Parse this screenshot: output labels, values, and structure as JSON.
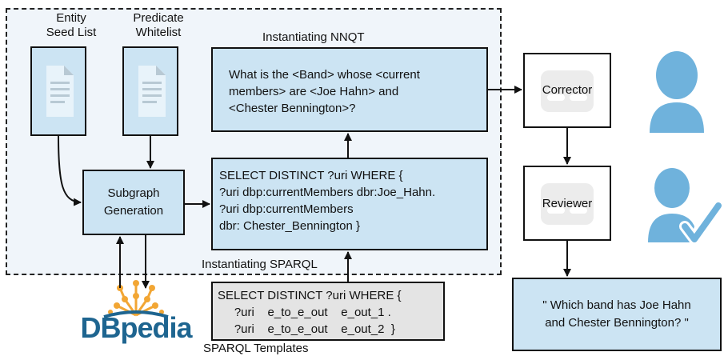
{
  "labels": {
    "entity_seed_list": "Entity\nSeed List",
    "predicate_whitelist": "Predicate\nWhitelist",
    "instantiating_nnqt": "Instantiating NNQT",
    "instantiating_sparql": "Instantiating SPARQL",
    "sparql_templates": "SPARQL Templates"
  },
  "boxes": {
    "subgraph_generation": "Subgraph\nGeneration",
    "nnqt_question": "What is the <Band> whose <current\nmembers> are <Joe Hahn> and\n<Chester Bennington>?",
    "sparql_query": "SELECT DISTINCT ?uri WHERE {\n?uri dbp:currentMembers dbr:Joe_Hahn.\n?uri dbp:currentMembers\ndbr: Chester_Bennington }",
    "sparql_template": "SELECT DISTINCT ?uri WHERE {\n     ?uri    e_to_e_out    e_out_1 .\n     ?uri    e_to_e_out    e_out_2  }",
    "corrector": "Corrector",
    "reviewer": "Reviewer",
    "final_question": "\" Which band has Joe Hahn\nand Chester Bennington? \""
  },
  "logo": {
    "text": "DBpedia"
  },
  "colors": {
    "box_blue": "#cce4f3",
    "person_blue": "#6fb2dc",
    "doc_gray": "#c9d6de",
    "logo_blue": "#1e6590",
    "logo_orange": "#f2a634"
  }
}
